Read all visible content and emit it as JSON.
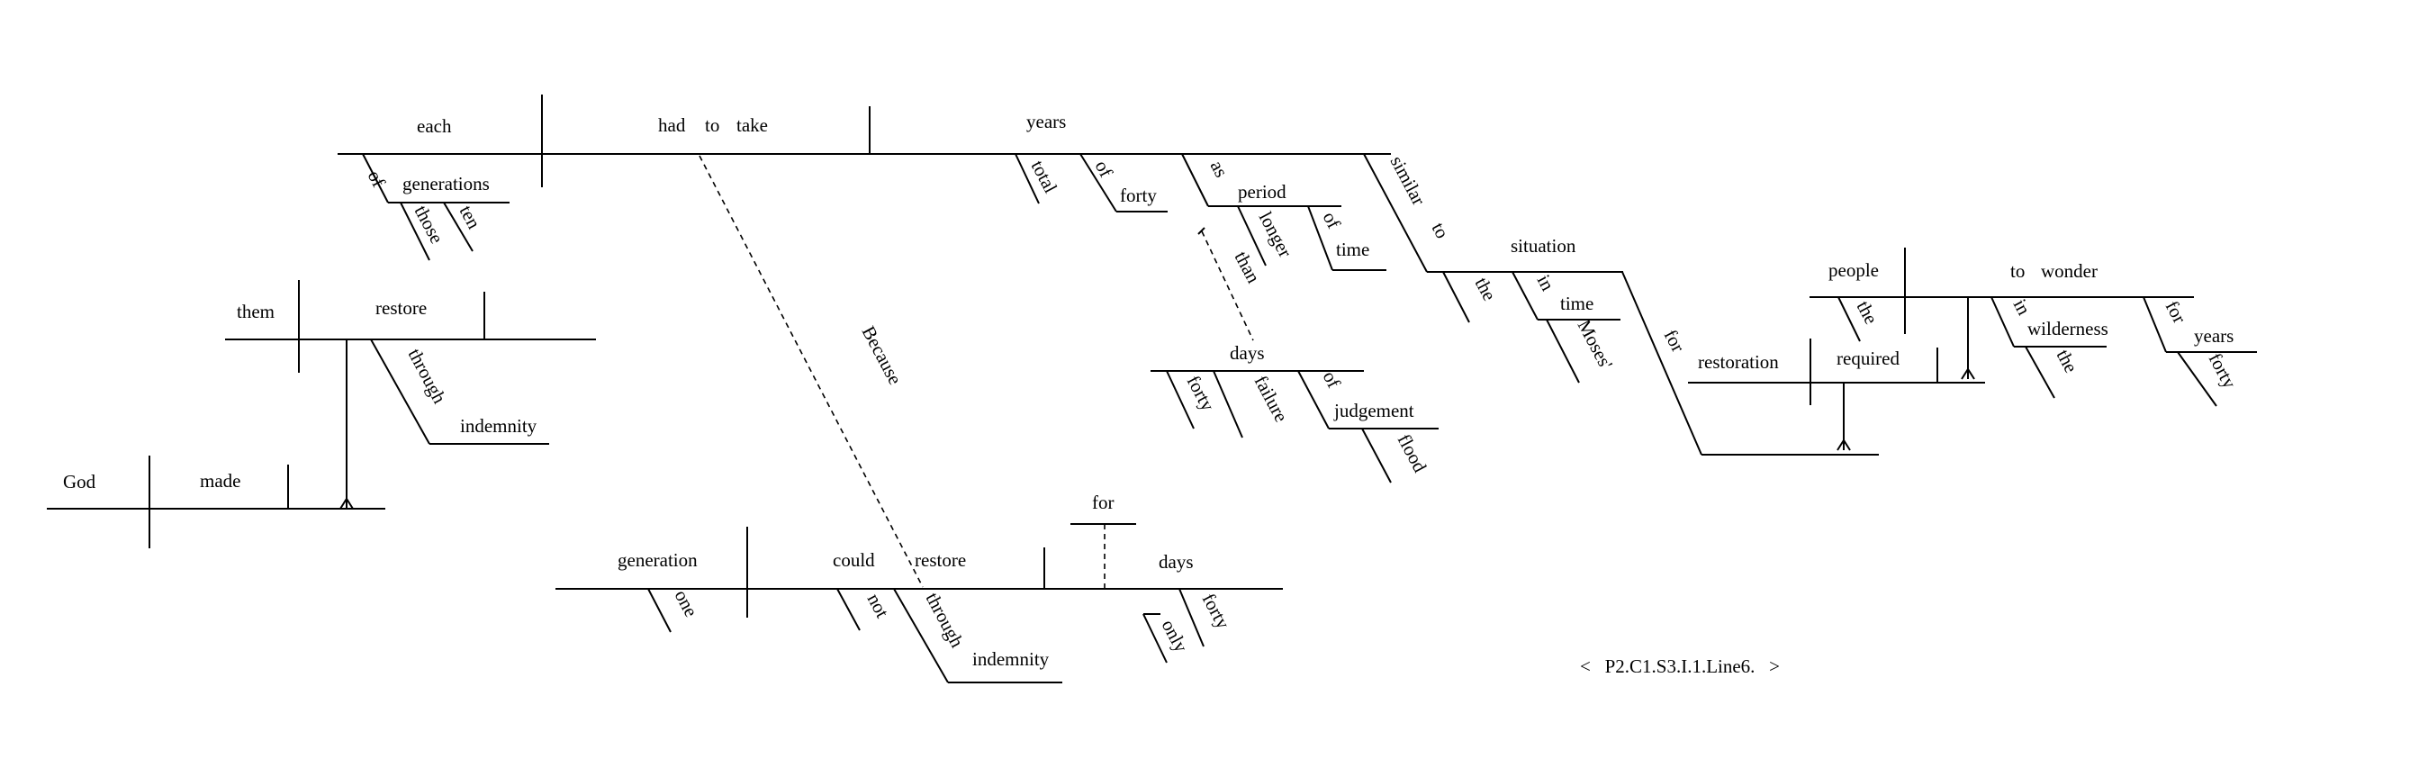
{
  "diagram": {
    "words": {
      "each": "each",
      "had": "had",
      "to": "to",
      "take": "take",
      "years": "years",
      "of": "of",
      "generations": "generations",
      "those": "those",
      "ten": "ten",
      "total": "total",
      "forty": "forty",
      "as": "as",
      "period": "period",
      "longer": "longer",
      "time": "time",
      "than": "than",
      "similar": "similar",
      "situation": "situation",
      "the": "the",
      "in": "in",
      "moses": "Moses'",
      "for": "for",
      "days": "days",
      "failure": "failure",
      "judgement": "judgement",
      "flood": "flood",
      "them": "them",
      "restore": "restore",
      "through": "through",
      "indemnity": "indemnity",
      "god": "God",
      "made": "made",
      "because": "Because",
      "generation": "generation",
      "one": "one",
      "could": "could",
      "not": "not",
      "only": "only",
      "people": "people",
      "wonder": "wonder",
      "wilderness": "wilderness",
      "restoration": "restoration",
      "required": "required"
    },
    "reference": "<   P2.C1.S3.I.1.Line6.   >"
  }
}
